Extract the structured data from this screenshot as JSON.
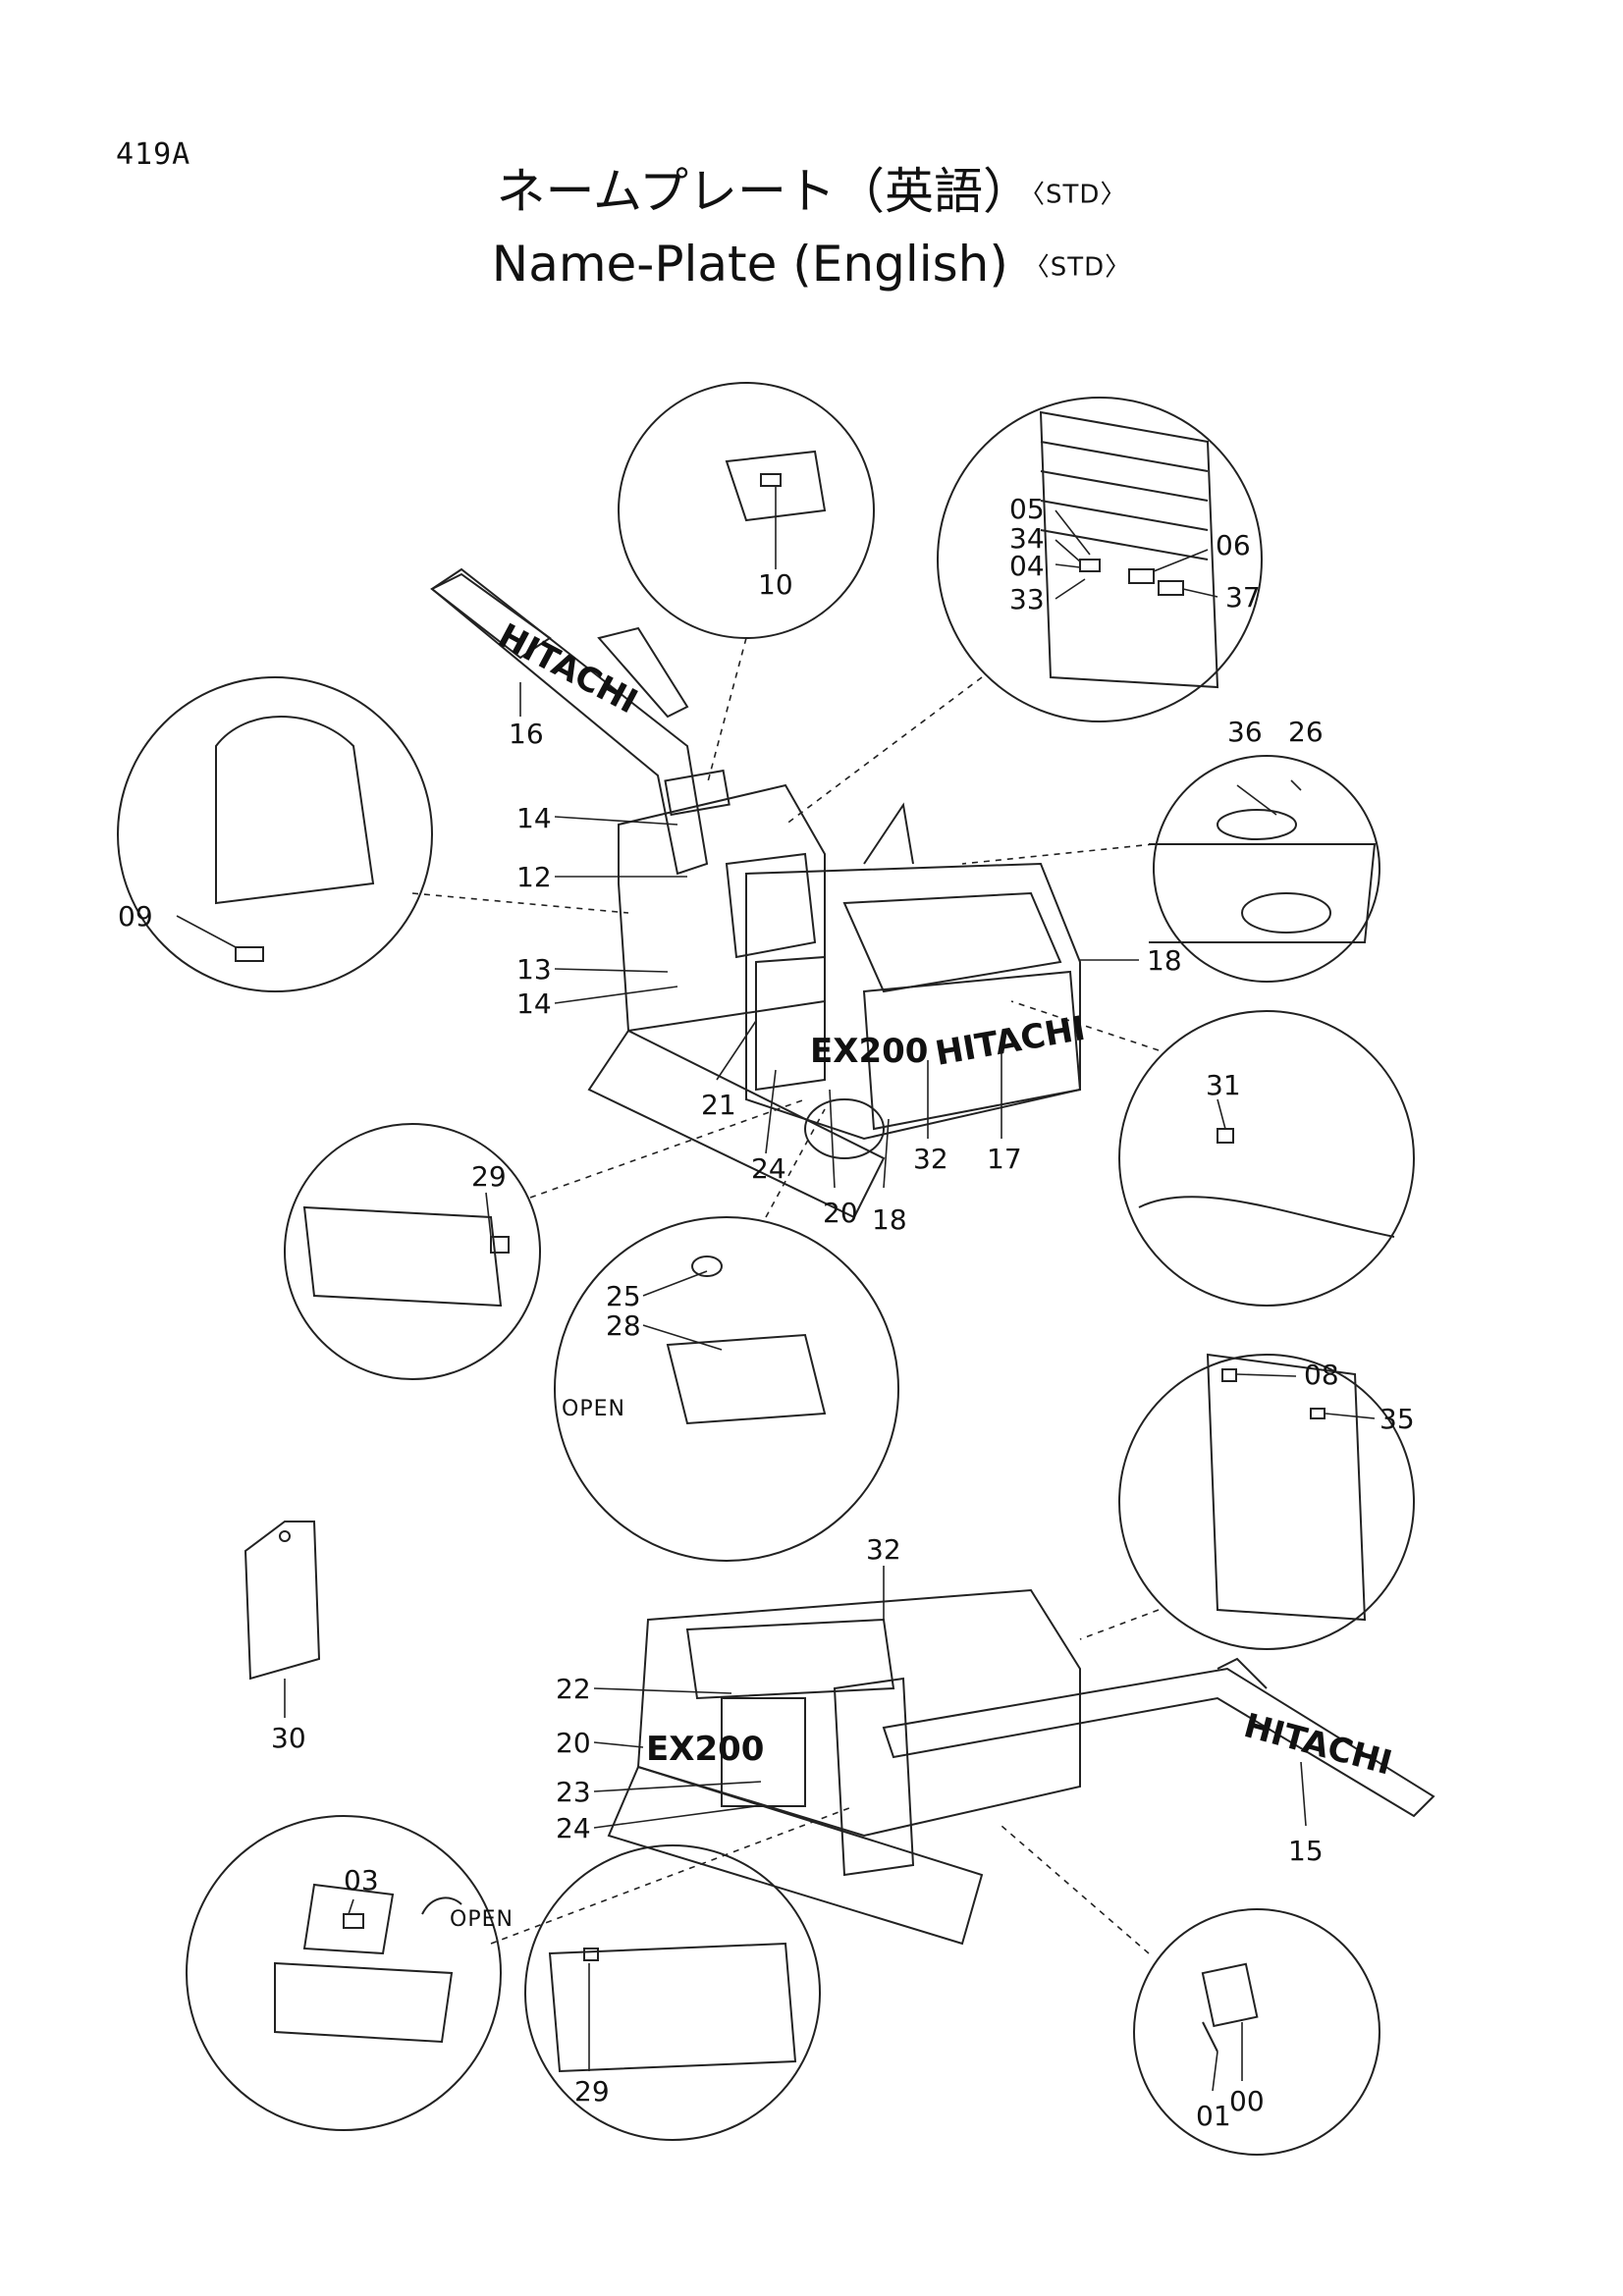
{
  "page_number": "419A",
  "title_jp": "ネームプレート（英語）",
  "title_en": "Name-Plate (English)",
  "variant_tag": "〈STD〉",
  "brand_labels": {
    "boom_upper": "HITACHI",
    "counterweight": "HITACHI",
    "boom_lower": "HITACHI",
    "model_upper": "EX200",
    "model_lower": "EX200"
  },
  "notes": {
    "open_1": "OPEN",
    "open_2": "OPEN"
  },
  "callouts": {
    "c00": "00",
    "c01": "01",
    "c03": "03",
    "c04": "04",
    "c05": "05",
    "c06": "06",
    "c08": "08",
    "c09": "09",
    "c10": "10",
    "c12": "12",
    "c13": "13",
    "c14a": "14",
    "c14b": "14",
    "c15": "15",
    "c16": "16",
    "c17": "17",
    "c18a": "18",
    "c18b": "18",
    "c20a": "20",
    "c20b": "20",
    "c21": "21",
    "c22": "22",
    "c23": "23",
    "c24a": "24",
    "c24b": "24",
    "c25": "25",
    "c26": "26",
    "c28": "28",
    "c29a": "29",
    "c29b": "29",
    "c30": "30",
    "c31": "31",
    "c32a": "32",
    "c32b": "32",
    "c33": "33",
    "c34": "34",
    "c35": "35",
    "c36": "36",
    "c37": "37"
  }
}
